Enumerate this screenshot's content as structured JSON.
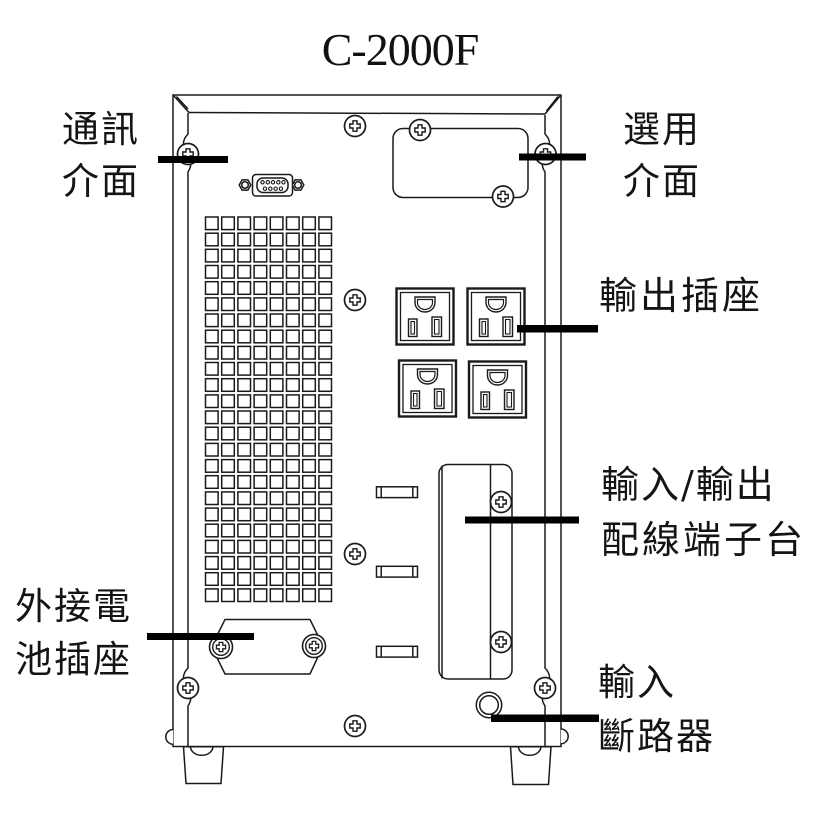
{
  "title": "C-2000F",
  "colors": {
    "ink": "#1a1a1a",
    "leader": "#000000",
    "background": "#ffffff"
  },
  "labels": {
    "comm_interface": {
      "line1": "通訊",
      "line2": "介面"
    },
    "optional_interface": {
      "line1": "選用",
      "line2": "介面"
    },
    "output_sockets": {
      "line1": "輸出插座"
    },
    "io_terminal": {
      "line1": "輸入/輸出",
      "line2": "配線端子台"
    },
    "external_battery": {
      "line1": "外接電",
      "line2": "池插座"
    },
    "input_breaker": {
      "line1": "輸入",
      "line2": "斷路器"
    }
  },
  "vent_grid": {
    "columns": 8,
    "rows": 24
  },
  "outlet_count": 4,
  "icons": {
    "screw-icon": "phillips screw: circle with cross outline",
    "double-ring-screw-icon": "screw with two concentric rings and cross",
    "db9-port-icon": "DB9 serial connector with 9 pin holes and side nuts",
    "power-outlet-icon": "NEMA 5-15R socket: ground hole on top, two vertical slots",
    "breaker-icon": "round push-button circuit breaker (double circle)",
    "vent-hole-icon": "small square ventilation hole"
  }
}
